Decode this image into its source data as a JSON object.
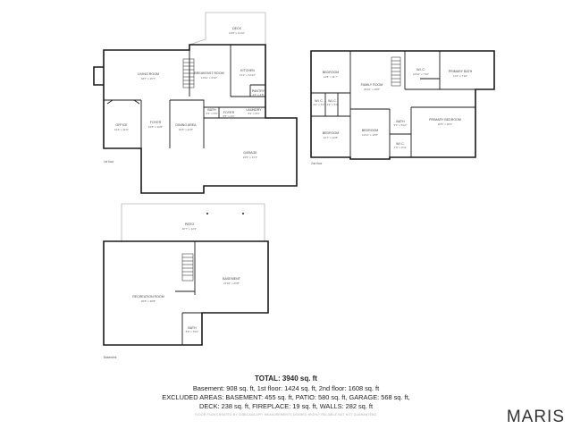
{
  "floors": {
    "first": {
      "label": "1st floor",
      "rooms": [
        {
          "name": "DECK",
          "dims": "16'8\" x 11'10\""
        },
        {
          "name": "LIVING ROOM",
          "dims": "18'7\" x 15'7\""
        },
        {
          "name": "BREAKFAST ROOM",
          "dims": "10'11\" x 9'10\""
        },
        {
          "name": "KITCHEN",
          "dims": "11'2\" x 14'10\""
        },
        {
          "name": "PANTRY",
          "dims": "4'1\" x 4'5\""
        },
        {
          "name": "OFFICE",
          "dims": "11'4\" x 11'6\""
        },
        {
          "name": "FOYER",
          "dims": "13'8\" x 16'8\""
        },
        {
          "name": "DINING AREA",
          "dims": "10'6\" x 11'8\""
        },
        {
          "name": "BATH",
          "dims": "5'3\" x 5'5\""
        },
        {
          "name": "LAUNDRY",
          "dims": "5'2\" x 8'4\""
        },
        {
          "name": "FOYER",
          "dims": "5'5\" x 4'2\""
        },
        {
          "name": "GARAGE",
          "dims": "24'6\" x 21'1\""
        }
      ]
    },
    "second": {
      "label": "2nd floor",
      "rooms": [
        {
          "name": "BEDROOM",
          "dims": "11'8\" x 11'7\""
        },
        {
          "name": "FAMILY ROOM",
          "dims": "20'10\" x 18'6\""
        },
        {
          "name": "W.I.C.",
          "dims": "10'10\" x 7'10\""
        },
        {
          "name": "PRIMARY BATH",
          "dims": "11'2\" x 7'10\""
        },
        {
          "name": "W.I.C.",
          "dims": "4'2\" x 5'1\""
        },
        {
          "name": "W.I.C.",
          "dims": "4'3\" x 5'3\""
        },
        {
          "name": "PRIMARY BEDROOM",
          "dims": "20'5\" x 18'4\""
        },
        {
          "name": "BEDROOM",
          "dims": "12'7\" x 12'8\""
        },
        {
          "name": "BEDROOM",
          "dims": "12'11\" x 12'8\""
        },
        {
          "name": "BATH",
          "dims": "9'1\" x 5'10\""
        },
        {
          "name": "W.I.C.",
          "dims": "7'6\" x 3'11\""
        }
      ]
    },
    "basement": {
      "label": "Basement",
      "rooms": [
        {
          "name": "PATIO",
          "dims": "40'7\" x 12'2\""
        },
        {
          "name": "BASEMENT",
          "dims": "21'10\" x 26'8\""
        },
        {
          "name": "RECREATION ROOM",
          "dims": "30'8\" x 30'8\""
        },
        {
          "name": "BATH",
          "dims": "8'9\" x 6'10\""
        }
      ]
    }
  },
  "summary": {
    "total_label": "TOTAL:",
    "total_value": "3940 sq. ft",
    "line1": "Basement: 908 sq. ft, 1st floor: 1424 sq. ft, 2nd floor: 1608 sq. ft",
    "line2": "EXCLUDED AREAS: BASEMENT: 455 sq. ft, PATIO: 580 sq. ft, GARAGE: 568 sq. ft,",
    "line3": "DECK: 238 sq. ft, FIREPLACE: 19 sq. ft, WALLS: 282 sq. ft",
    "disclaimer": "FLOOR PLAN CREATED BY CUBICASA APP. MEASUREMENTS DEEMED HIGHLY RELIABLE BUT NOT GUARANTEED."
  },
  "brand": "MARIS"
}
